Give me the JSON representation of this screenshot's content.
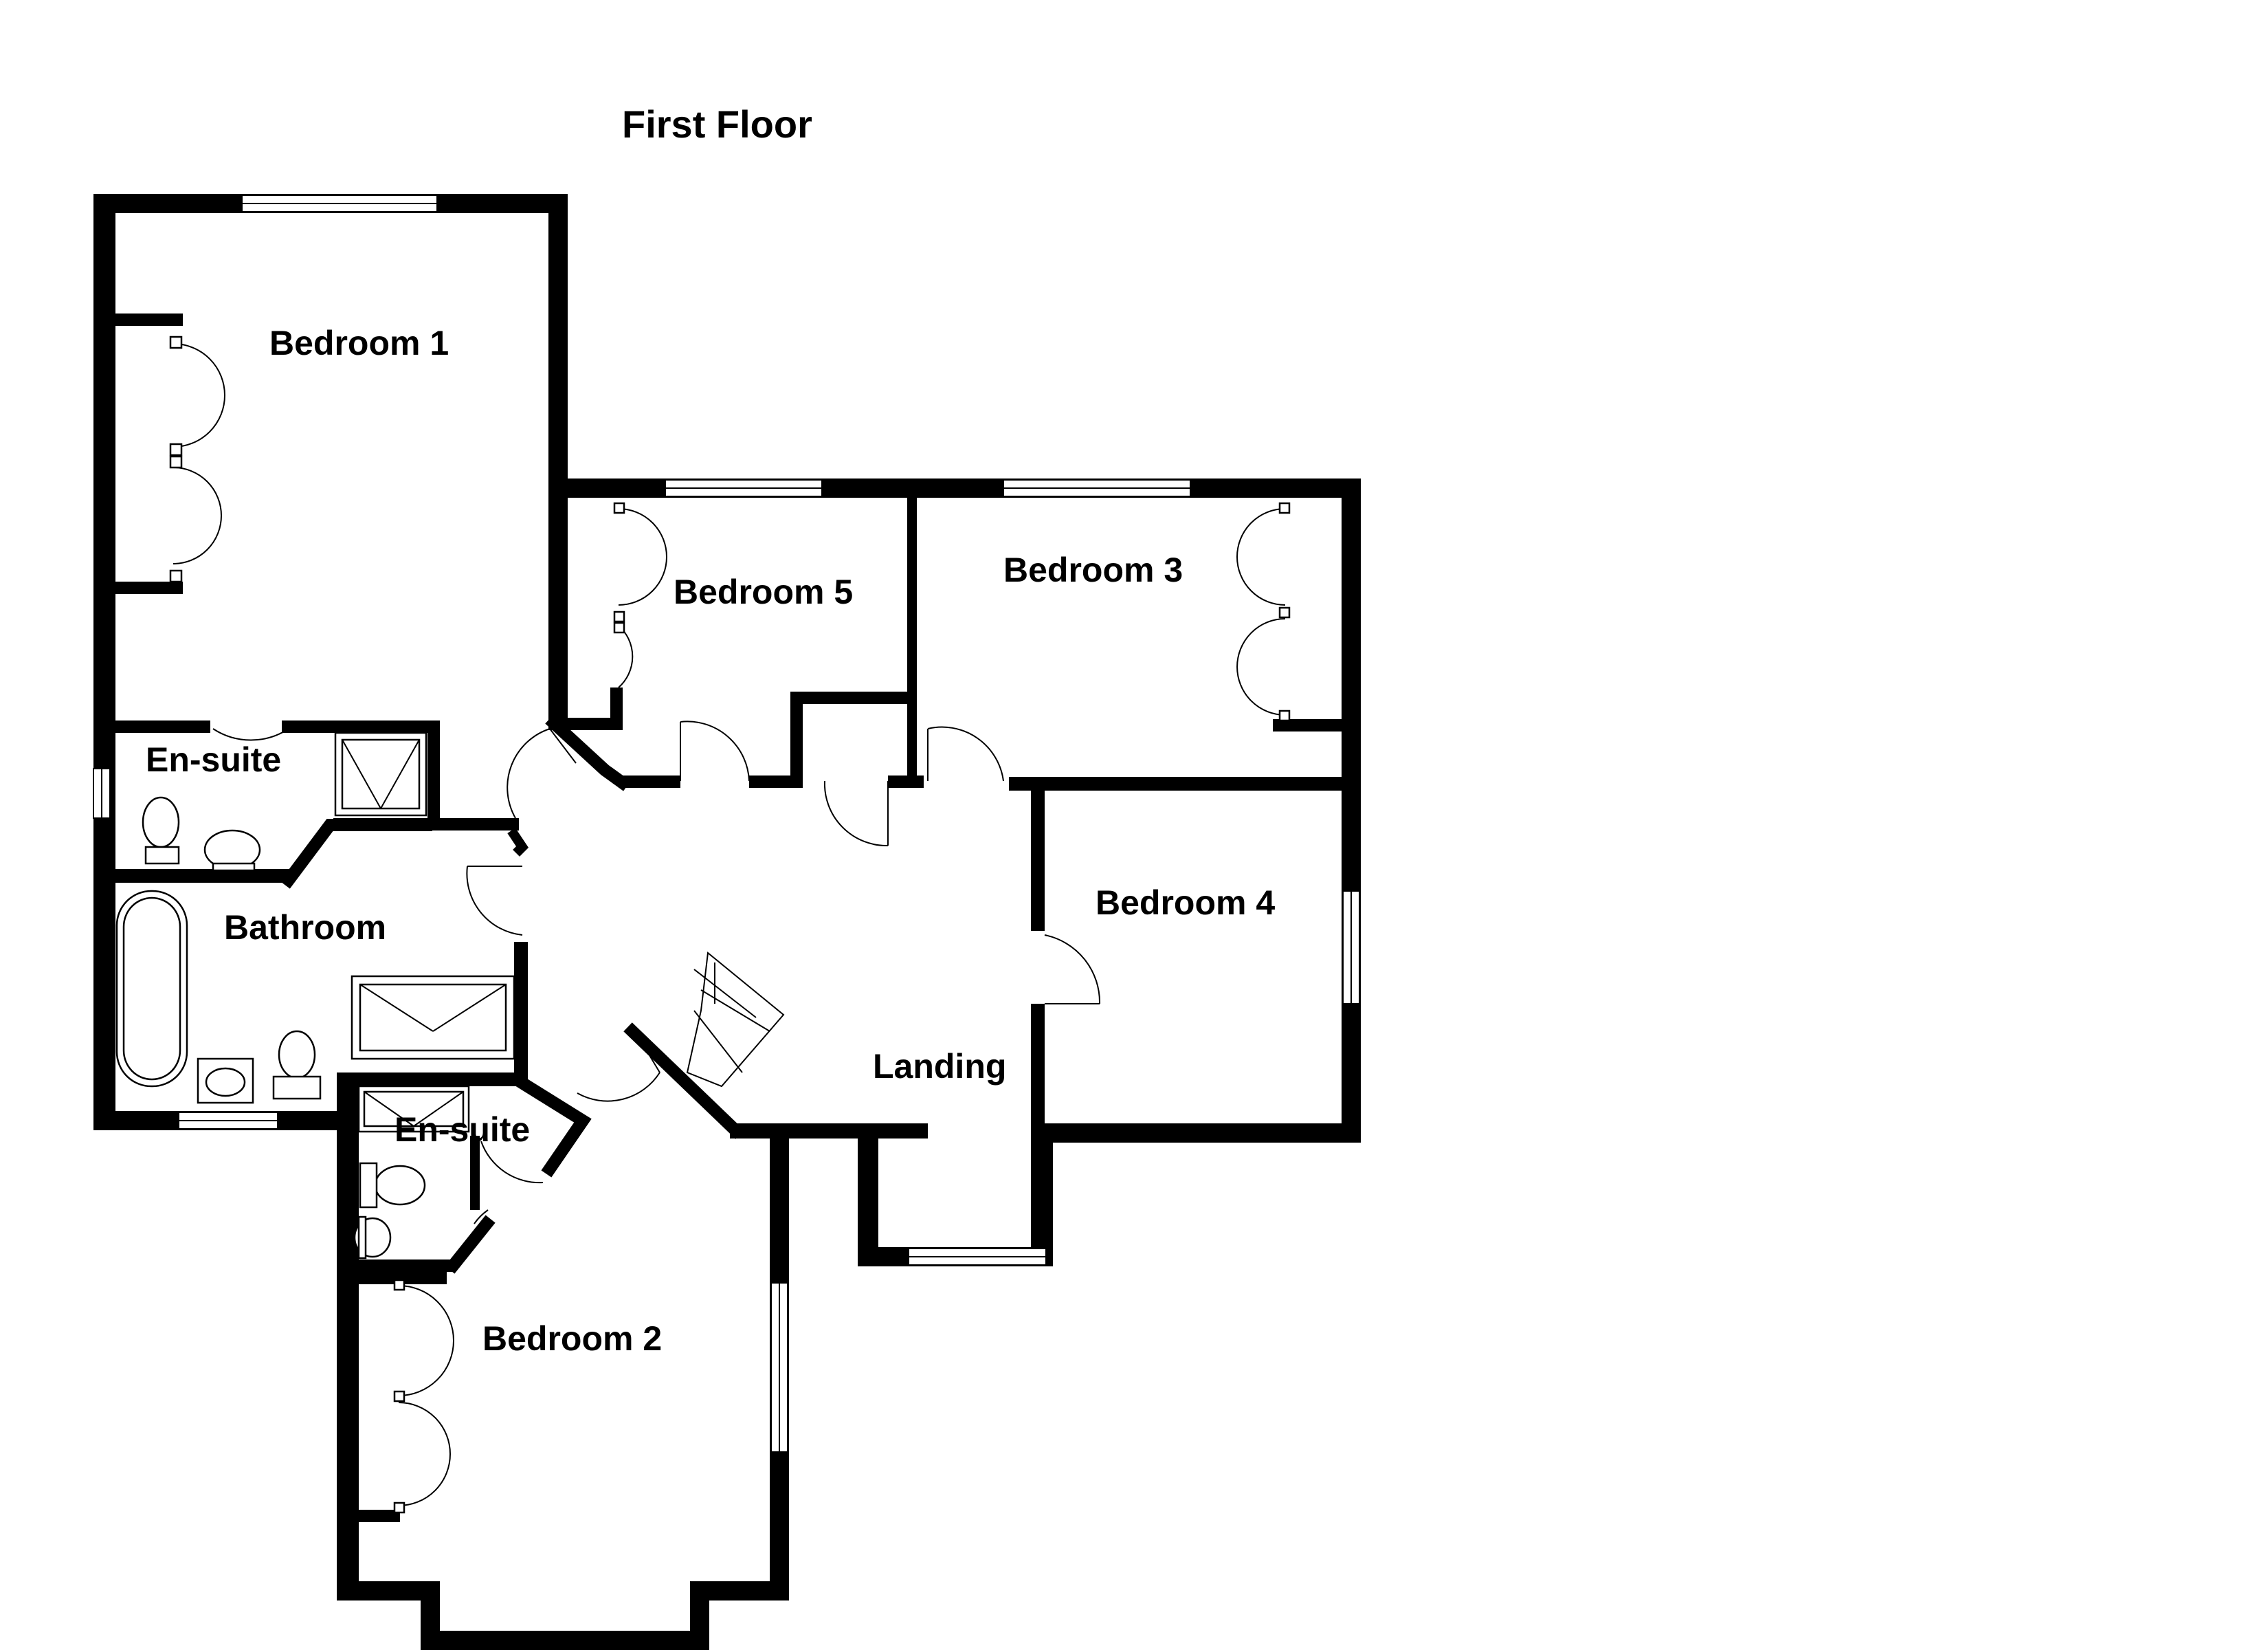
{
  "plan": {
    "title": "First Floor",
    "rooms": {
      "bedroom1": "Bedroom 1",
      "bedroom5": "Bedroom 5",
      "bedroom3": "Bedroom 3",
      "bedroom4": "Bedroom 4",
      "bedroom2": "Bedroom 2",
      "ensuite1": "En-suite",
      "ensuite2": "En-suite",
      "bathroom": "Bathroom",
      "landing": "Landing"
    }
  }
}
